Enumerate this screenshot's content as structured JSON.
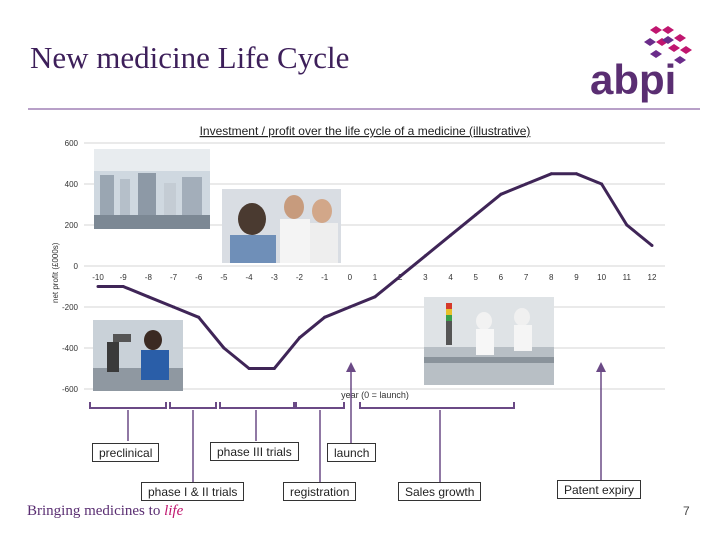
{
  "slide": {
    "title": "New medicine Life Cycle",
    "logo_text": "abpi",
    "footer_tagline_main": "Bringing medicines to ",
    "footer_tagline_accent": "life",
    "page_number": "7"
  },
  "chart_data": {
    "type": "line",
    "title": "Investment / profit over the life cycle of a medicine (illustrative)",
    "xlabel": "year (0 = launch)",
    "ylabel": "net profit (£000s)",
    "x_ticks": [
      "-10",
      "-9",
      "-8",
      "-7",
      "-6",
      "-5",
      "-4",
      "-3",
      "-2",
      "-1",
      "0",
      "1",
      "2",
      "3",
      "4",
      "5",
      "6",
      "7",
      "8",
      "9",
      "10",
      "11",
      "12"
    ],
    "y_ticks": [
      "600",
      "400",
      "200",
      "0",
      "-200",
      "-400",
      "-600"
    ],
    "xlim": [
      -10,
      12
    ],
    "ylim": [
      -600,
      600
    ],
    "grid": true,
    "series": [
      {
        "color": "#3f2557",
        "points": [
          {
            "x": -10,
            "y": -100
          },
          {
            "x": -9,
            "y": -100
          },
          {
            "x": -8,
            "y": -150
          },
          {
            "x": -7,
            "y": -200
          },
          {
            "x": -6,
            "y": -250
          },
          {
            "x": -5,
            "y": -400
          },
          {
            "x": -4,
            "y": -500
          },
          {
            "x": -3,
            "y": -500
          },
          {
            "x": -2,
            "y": -350
          },
          {
            "x": -1,
            "y": -250
          },
          {
            "x": 0,
            "y": -200
          },
          {
            "x": 1,
            "y": -150
          },
          {
            "x": 2,
            "y": -50
          },
          {
            "x": 3,
            "y": 50
          },
          {
            "x": 4,
            "y": 150
          },
          {
            "x": 5,
            "y": 250
          },
          {
            "x": 6,
            "y": 350
          },
          {
            "x": 7,
            "y": 400
          },
          {
            "x": 8,
            "y": 450
          },
          {
            "x": 9,
            "y": 450
          },
          {
            "x": 10,
            "y": 400
          },
          {
            "x": 11,
            "y": 200
          },
          {
            "x": 12,
            "y": 100
          }
        ]
      }
    ]
  },
  "stages": {
    "preclinical": "preclinical",
    "phase_1_2": "phase I & II trials",
    "phase_3": "phase III trials",
    "registration": "registration",
    "launch": "launch",
    "sales_growth": "Sales growth",
    "patent_expiry": "Patent expiry"
  },
  "colors": {
    "line": "#3f2557",
    "connector": "#6b4a86",
    "title_text": "#3d1f5a",
    "accent": "#c0166f"
  }
}
